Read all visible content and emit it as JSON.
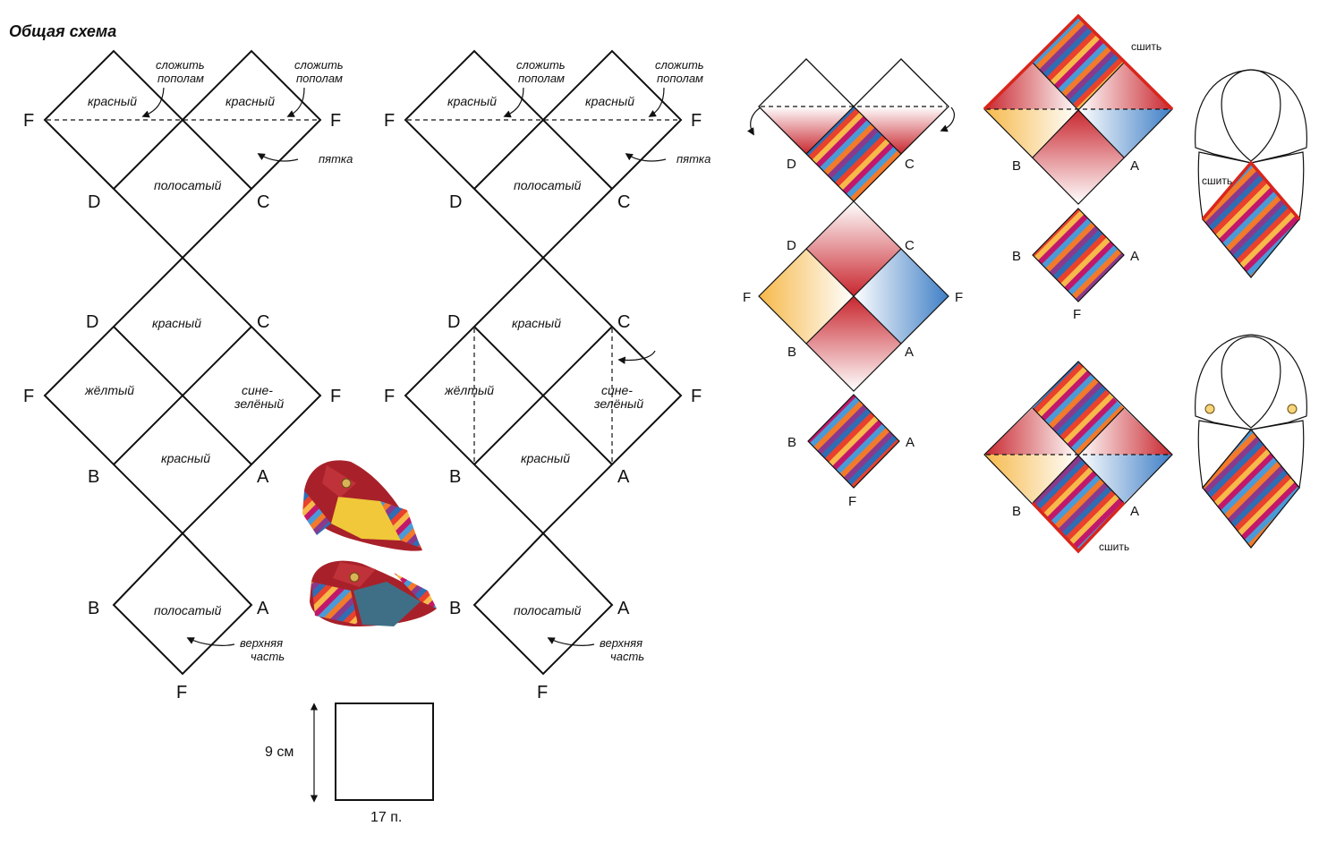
{
  "title": "Общая схема",
  "labels": {
    "F": "F",
    "D": "D",
    "C": "C",
    "B": "B",
    "A": "A"
  },
  "cells": {
    "red": "красный",
    "striped": "полосатый",
    "yellow": "жёлтый",
    "blue_green_1": "сине-",
    "blue_green_2": "зелёный"
  },
  "notes": {
    "fold_half_1": "сложить",
    "fold_half_2": "пополам",
    "heel": "пятка",
    "upper_1": "верхняя",
    "upper_2": "часть",
    "sew": "сшить"
  },
  "swatch": {
    "height_label": "9 см",
    "width_label": "17 п."
  },
  "colors": {
    "red": "#c8262e",
    "yellow": "#f6b94a",
    "blue": "#3f7fc6",
    "stitch_line": "#d9261c",
    "outline": "#111111"
  },
  "stripe_colors": [
    "#2f6db5",
    "#e8412c",
    "#f6b94a",
    "#c2186b",
    "#4a9ad8",
    "#f27a2a",
    "#8a3a8c"
  ],
  "photo": {
    "icon": "knitted-slippers-photo"
  }
}
